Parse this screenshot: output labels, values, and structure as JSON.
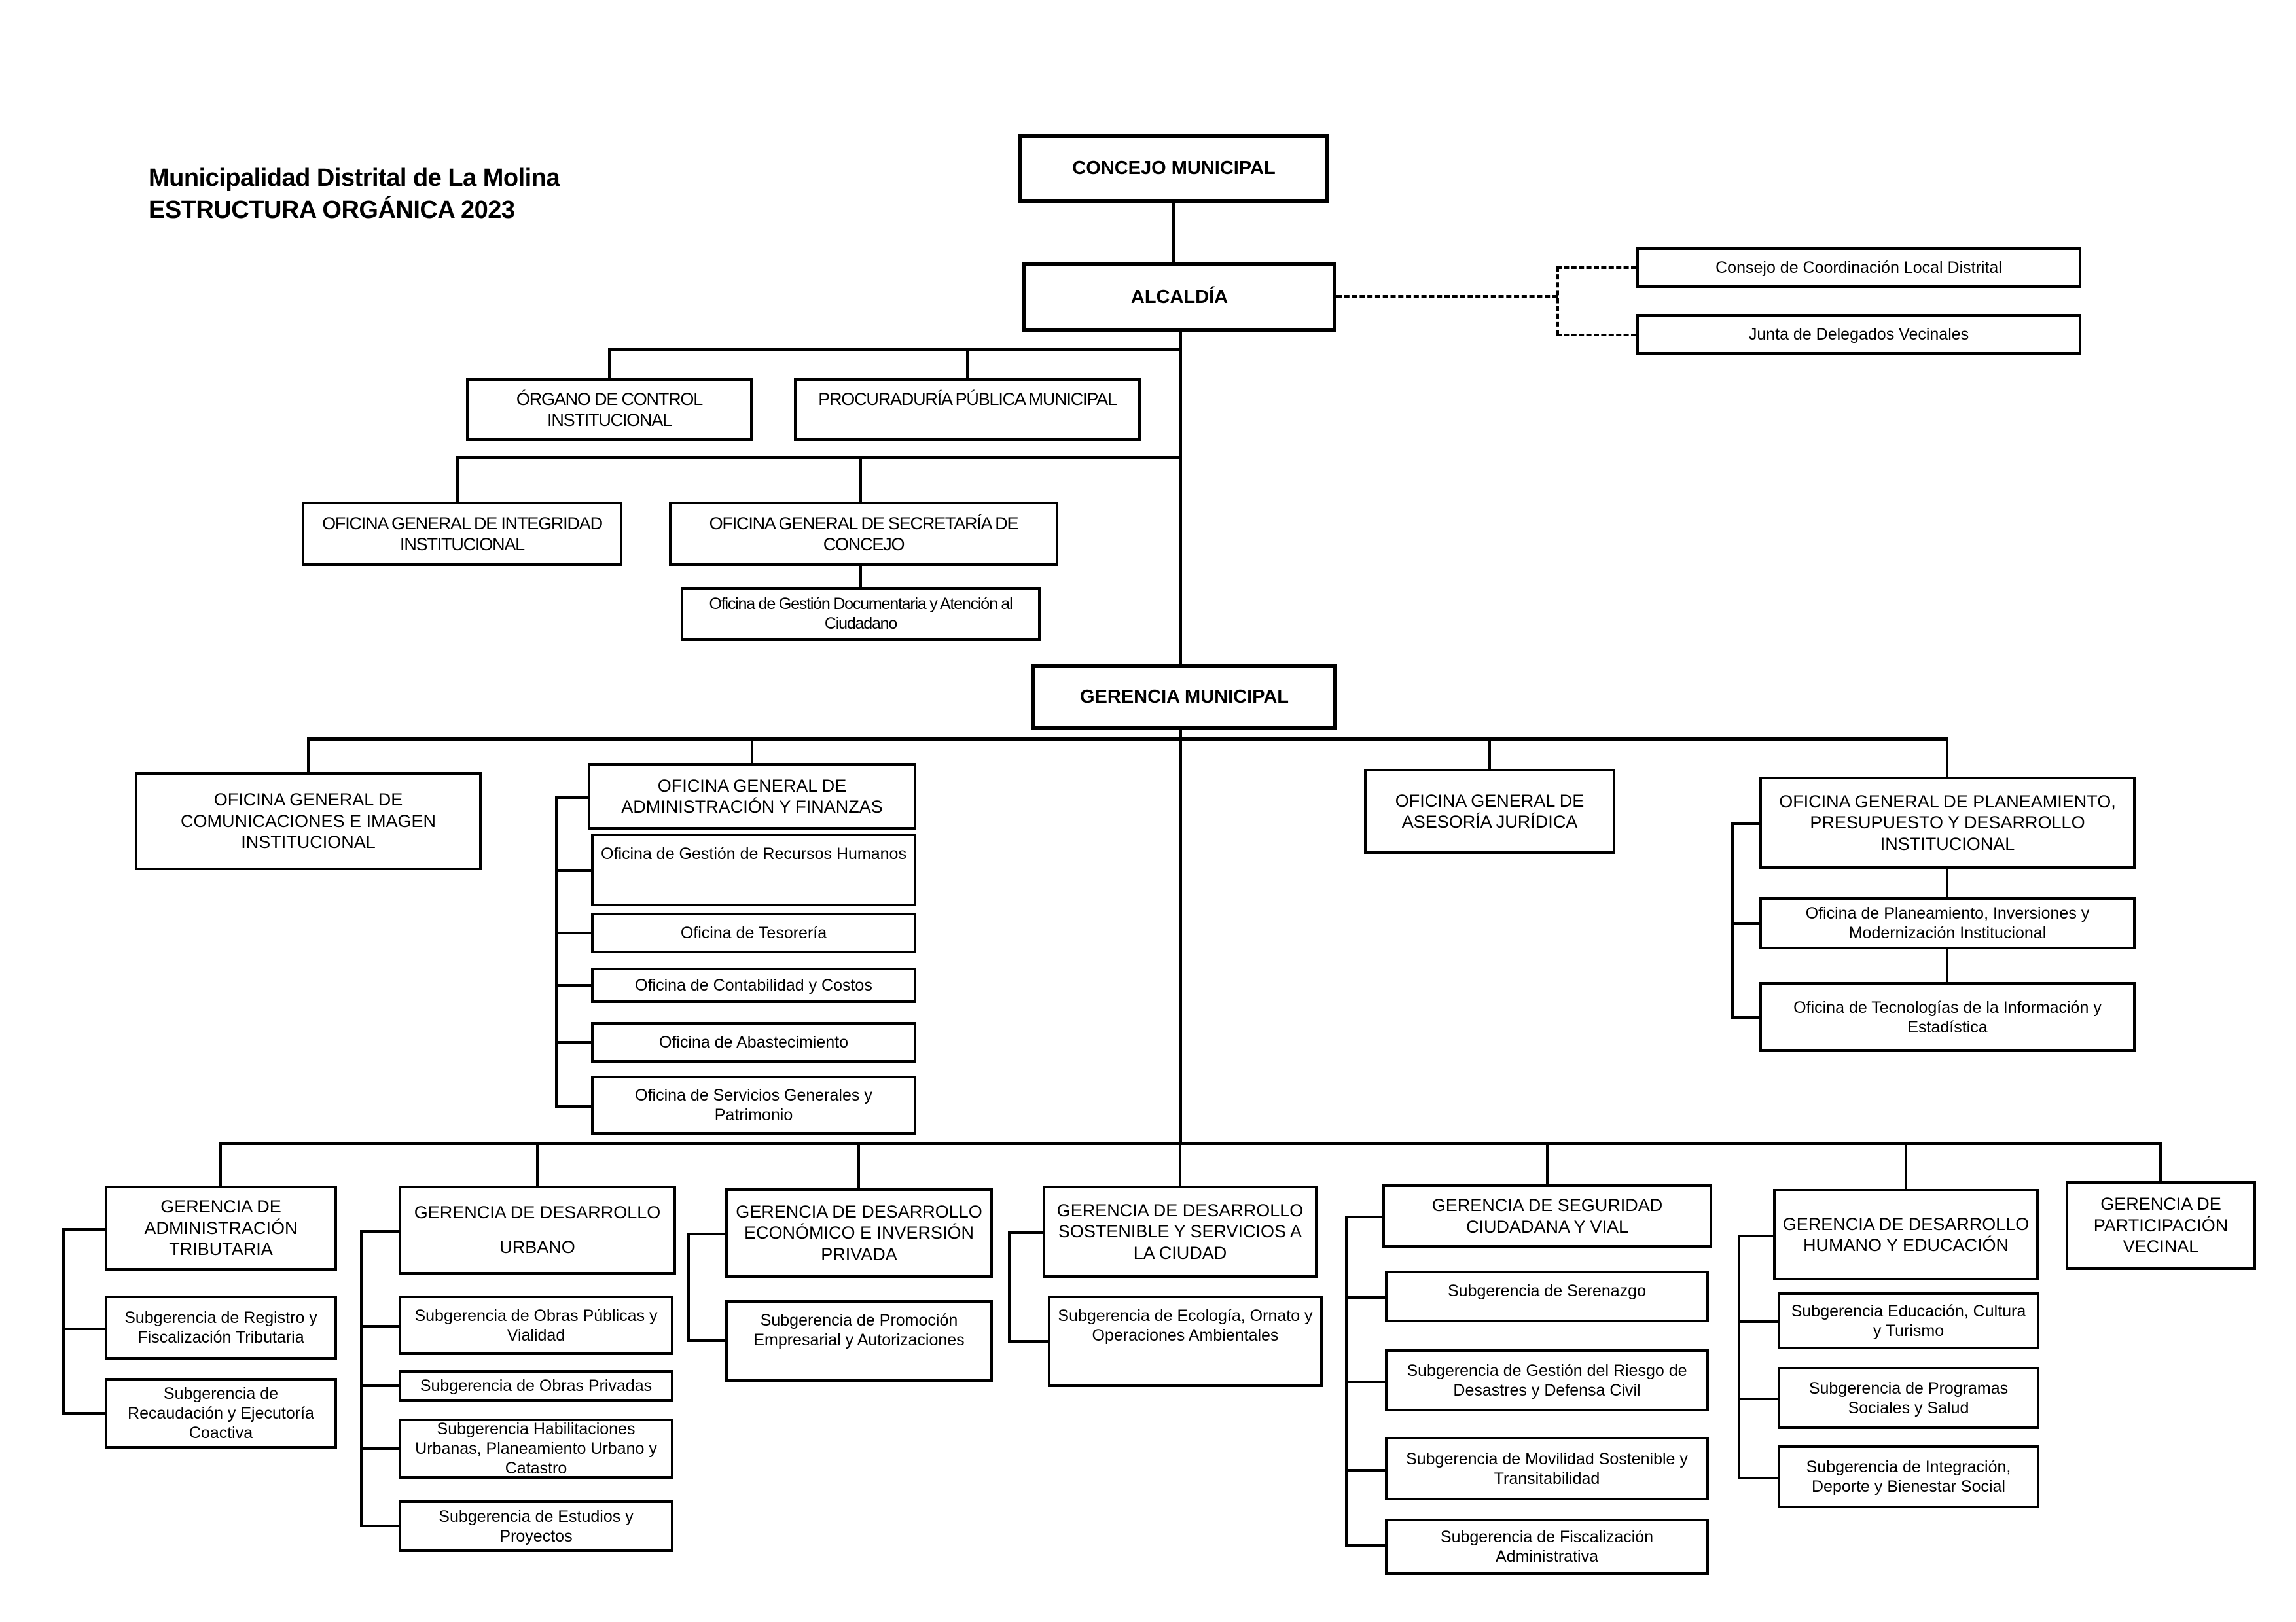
{
  "title": {
    "line1": "Municipalidad Distrital de La Molina",
    "line2": "ESTRUCTURA ORGÁNICA 2023"
  },
  "nodes": {
    "concejo": "CONCEJO MUNICIPAL",
    "alcaldia": "ALCALDÍA",
    "consejo_coordinacion": "Consejo de Coordinación Local Distrital",
    "junta_delegados": "Junta de Delegados Vecinales",
    "organo_control": "ÓRGANO DE CONTROL INSTITUCIONAL",
    "procuraduria": "PROCURADURÍA PÚBLICA MUNICIPAL",
    "integridad": "OFICINA GENERAL DE INTEGRIDAD INSTITUCIONAL",
    "secretaria": "OFICINA GENERAL DE SECRETARÍA DE CONCEJO",
    "gestion_documentaria": "Oficina de Gestión Documentaria y Atención al Ciudadano",
    "gerencia_municipal": "GERENCIA MUNICIPAL",
    "comunicaciones": "OFICINA GENERAL DE COMUNICACIONES E IMAGEN INSTITUCIONAL",
    "admin_finanzas": "OFICINA GENERAL DE ADMINISTRACIÓN Y FINANZAS",
    "recursos_humanos": "Oficina de Gestión de Recursos Humanos",
    "tesoreria": "Oficina de Tesorería",
    "contabilidad": "Oficina de Contabilidad y Costos",
    "abastecimiento": "Oficina de Abastecimiento",
    "servicios_generales": "Oficina de Servicios Generales y Patrimonio",
    "asesoria_juridica": "OFICINA GENERAL DE ASESORÍA JURÍDICA",
    "planeamiento": "OFICINA GENERAL DE PLANEAMIENTO, PRESUPUESTO Y DESARROLLO INSTITUCIONAL",
    "planeamiento_inversiones": "Oficina de Planeamiento, Inversiones y Modernización Institucional",
    "tecnologias": "Oficina de Tecnologías de la Información y Estadística",
    "g_admin_tributaria": "GERENCIA DE ADMINISTRACIÓN TRIBUTARIA",
    "sg_registro": "Subgerencia de Registro y Fiscalización Tributaria",
    "sg_recaudacion": "Subgerencia de Recaudación y Ejecutoría Coactiva",
    "g_desarrollo_urbano": "GERENCIA DE DESARROLLO URBANO",
    "sg_obras_publicas": "Subgerencia de Obras Públicas y Vialidad",
    "sg_obras_privadas": "Subgerencia de Obras Privadas",
    "sg_habilitaciones": "Subgerencia Habilitaciones Urbanas, Planeamiento Urbano y Catastro",
    "sg_estudios": "Subgerencia de Estudios y Proyectos",
    "g_desarrollo_economico": "GERENCIA DE DESARROLLO ECONÓMICO E INVERSIÓN PRIVADA",
    "sg_promocion": "Subgerencia de Promoción Empresarial y Autorizaciones",
    "g_desarrollo_sostenible": "GERENCIA DE DESARROLLO SOSTENIBLE Y SERVICIOS A LA CIUDAD",
    "sg_ecologia": "Subgerencia de Ecología, Ornato y Operaciones Ambientales",
    "g_seguridad": "GERENCIA DE SEGURIDAD CIUDADANA Y VIAL",
    "sg_serenazgo": "Subgerencia de Serenazgo",
    "sg_riesgo": "Subgerencia de Gestión del Riesgo de Desastres y Defensa Civil",
    "sg_movilidad": "Subgerencia de Movilidad Sostenible y Transitabilidad",
    "sg_fiscalizacion": "Subgerencia de Fiscalización Administrativa",
    "g_desarrollo_humano": "GERENCIA DE DESARROLLO HUMANO Y EDUCACIÓN",
    "sg_educacion": "Subgerencia Educación, Cultura y Turismo",
    "sg_programas": "Subgerencia de Programas Sociales y Salud",
    "sg_integracion": "Subgerencia de Integración, Deporte y Bienestar Social",
    "g_participacion": "GERENCIA DE PARTICIPACIÓN VECINAL"
  }
}
